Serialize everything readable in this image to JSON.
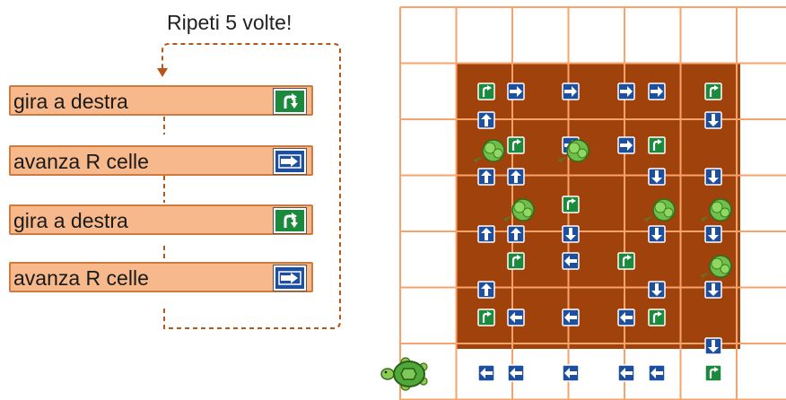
{
  "loop": {
    "title": "Ripeti 5 volte!"
  },
  "blocks": [
    {
      "label": "gira a destra",
      "icon": "turn-right-icon"
    },
    {
      "label": "avanza R celle",
      "icon": "forward-arrow-icon"
    },
    {
      "label": "gira a destra",
      "icon": "turn-right-icon"
    },
    {
      "label": "avanza R celle",
      "icon": "forward-arrow-icon"
    }
  ],
  "board": {
    "columns": 7,
    "rows": 7,
    "background_color": "#a0420c",
    "grid_color": "#f7a36b",
    "move_tile_color": "#1d4f9e",
    "turn_tile_color": "#1c8a3c",
    "tiles": [
      {
        "r": 0,
        "c": 0,
        "t": "turn-right-arrow-icon"
      },
      {
        "r": 0,
        "c": 1,
        "t": "right-arrow-icon"
      },
      {
        "r": 0,
        "c": 2,
        "t": "right-arrow-icon"
      },
      {
        "r": 0,
        "c": 3,
        "t": "right-arrow-icon"
      },
      {
        "r": 0,
        "c": 4,
        "t": "right-arrow-icon"
      },
      {
        "r": 0,
        "c": 5,
        "t": "turn-right-arrow-icon"
      },
      {
        "r": 1,
        "c": 0,
        "t": "up-arrow-icon"
      },
      {
        "r": 1,
        "c": 5,
        "t": "down-arrow-icon"
      },
      {
        "r": 2,
        "c": 1,
        "t": "turn-right-arrow-icon"
      },
      {
        "r": 2,
        "c": 2,
        "t": "right-arrow-icon"
      },
      {
        "r": 2,
        "c": 3,
        "t": "right-arrow-icon"
      },
      {
        "r": 2,
        "c": 4,
        "t": "turn-right-arrow-icon"
      },
      {
        "r": 3,
        "c": 0,
        "t": "up-arrow-icon"
      },
      {
        "r": 3,
        "c": 1,
        "t": "up-arrow-icon"
      },
      {
        "r": 3,
        "c": 4,
        "t": "down-arrow-icon"
      },
      {
        "r": 3,
        "c": 5,
        "t": "down-arrow-icon"
      },
      {
        "r": 4,
        "c": 2,
        "t": "turn-right-arrow-icon"
      },
      {
        "r": 5,
        "c": 0,
        "t": "up-arrow-icon"
      },
      {
        "r": 5,
        "c": 1,
        "t": "up-arrow-icon"
      },
      {
        "r": 5,
        "c": 2,
        "t": "down-arrow-icon"
      },
      {
        "r": 5,
        "c": 4,
        "t": "down-arrow-icon"
      },
      {
        "r": 5,
        "c": 5,
        "t": "down-arrow-icon"
      },
      {
        "r": 6,
        "c": 1,
        "t": "turn-right-arrow-icon"
      },
      {
        "r": 6,
        "c": 2,
        "t": "left-arrow-icon"
      },
      {
        "r": 6,
        "c": 3,
        "t": "turn-right-arrow-icon"
      },
      {
        "r": 7,
        "c": 0,
        "t": "up-arrow-icon"
      },
      {
        "r": 7,
        "c": 4,
        "t": "down-arrow-icon"
      },
      {
        "r": 7,
        "c": 5,
        "t": "down-arrow-icon"
      },
      {
        "r": 8,
        "c": 0,
        "t": "turn-right-arrow-icon"
      },
      {
        "r": 8,
        "c": 1,
        "t": "left-arrow-icon"
      },
      {
        "r": 8,
        "c": 2,
        "t": "left-arrow-icon"
      },
      {
        "r": 8,
        "c": 3,
        "t": "left-arrow-icon"
      },
      {
        "r": 8,
        "c": 4,
        "t": "turn-right-arrow-icon"
      },
      {
        "r": 9,
        "c": 5,
        "t": "down-arrow-icon"
      },
      {
        "r": 10,
        "c": 0,
        "t": "left-arrow-icon"
      },
      {
        "r": 10,
        "c": 1,
        "t": "left-arrow-icon"
      },
      {
        "r": 10,
        "c": 2,
        "t": "left-arrow-icon"
      },
      {
        "r": 10,
        "c": 3,
        "t": "left-arrow-icon"
      },
      {
        "r": 10,
        "c": 4,
        "t": "left-arrow-icon"
      },
      {
        "r": 10,
        "c": 5,
        "t": "turn-right-arrow-icon"
      }
    ],
    "lettuces": [
      {
        "r": 2,
        "c": 0
      },
      {
        "r": 2,
        "c": 2
      },
      {
        "r": 4,
        "c": 1
      },
      {
        "r": 4,
        "c": 4
      },
      {
        "r": 4,
        "c": 5
      },
      {
        "r": 6,
        "c": 5
      }
    ],
    "turtle": {
      "position": "bottom-left start cell",
      "icon": "turtle-icon"
    }
  }
}
